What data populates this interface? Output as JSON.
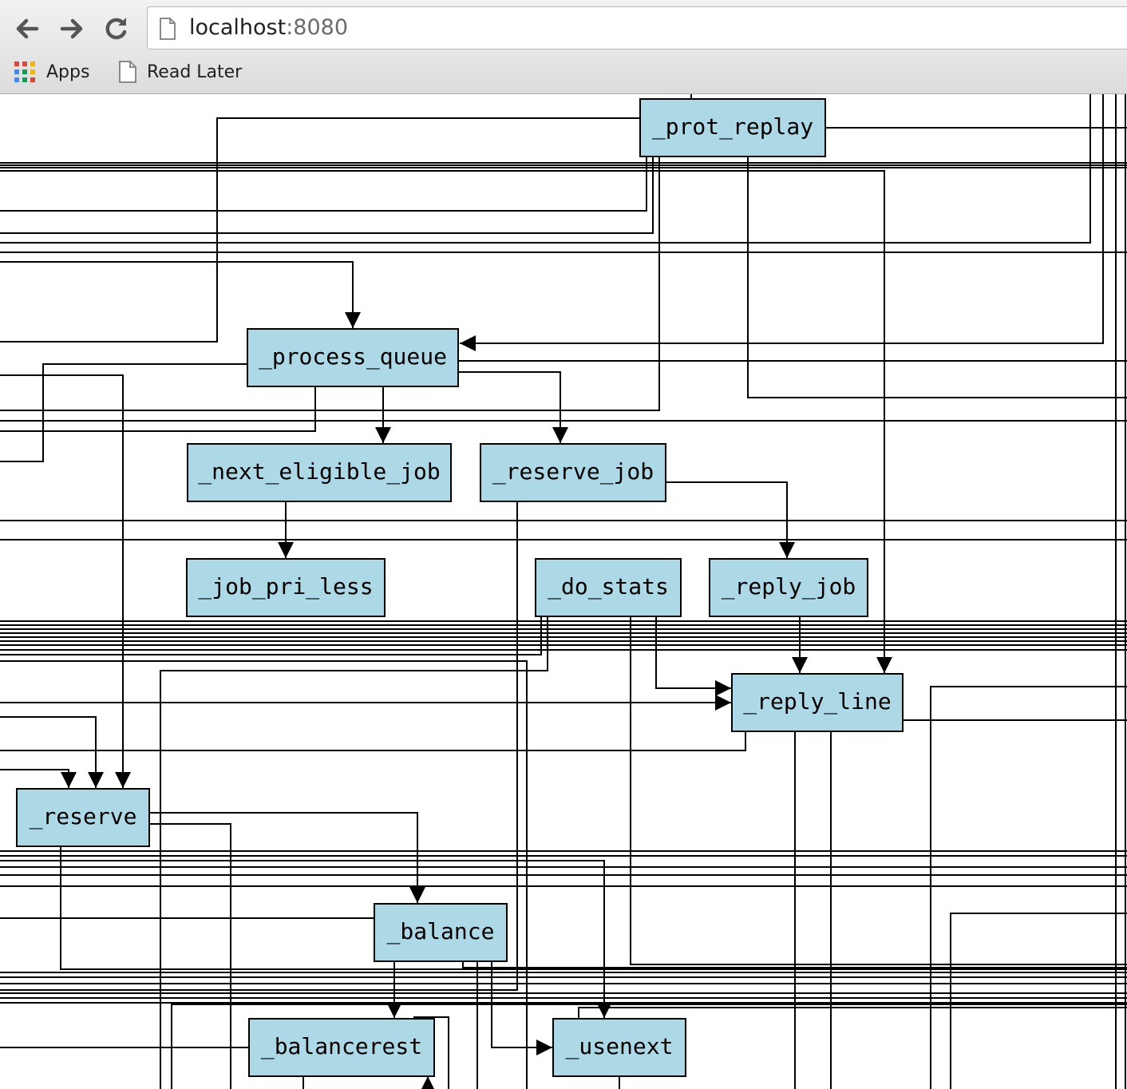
{
  "browser": {
    "url_host": "localhost",
    "url_port": ":8080",
    "bookmarks": [
      {
        "label": "Apps",
        "icon": "apps-grid-icon"
      },
      {
        "label": "Read Later",
        "icon": "page-icon"
      }
    ]
  },
  "graph": {
    "node_fill": "#add8e6",
    "edge_color": "#000000",
    "nodes": {
      "prot_replay": "_prot_replay",
      "process_queue": "_process_queue",
      "next_eligible_job": "_next_eligible_job",
      "reserve_job": "_reserve_job",
      "job_pri_less": "_job_pri_less",
      "do_stats": "_do_stats",
      "reply_job": "_reply_job",
      "reply_line": "_reply_line",
      "reserve": "_reserve",
      "balance": "_balance",
      "balancerest": "_balancerest",
      "usenext": "_usenext"
    }
  }
}
